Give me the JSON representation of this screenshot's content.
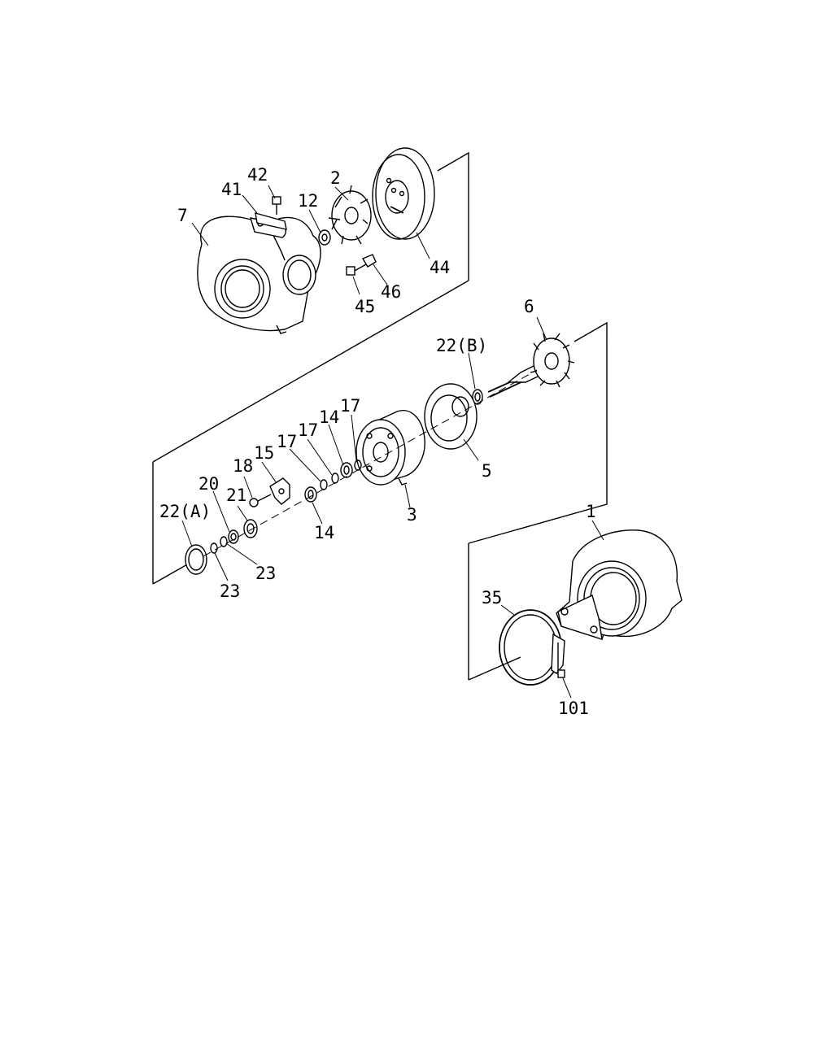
{
  "callouts": {
    "c42": "42",
    "c41": "41",
    "c2": "2",
    "c12": "12",
    "c7": "7",
    "c44": "44",
    "c45": "45",
    "c46": "46",
    "c6": "6",
    "c22b": "22(B)",
    "c17a": "17",
    "c14a": "14",
    "c17b": "17",
    "c15": "15",
    "c18": "18",
    "c17c": "17",
    "c20": "20",
    "c21": "21",
    "c22a": "22(A)",
    "c5": "5",
    "c3": "3",
    "c14b": "14",
    "c23a": "23",
    "c23b": "23",
    "c1": "1",
    "c35": "35",
    "c101": "101"
  }
}
